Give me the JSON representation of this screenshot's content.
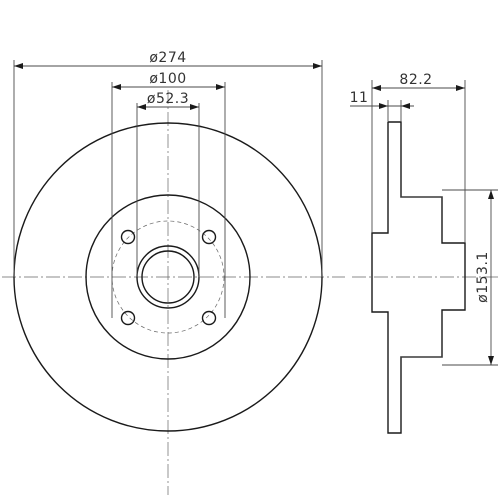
{
  "front_view": {
    "dim_outer_diameter": "ø274",
    "dim_bolt_circle": "ø100",
    "dim_center_bore": "ø52.3"
  },
  "side_view": {
    "dim_total_height": "82.2",
    "dim_thickness": "11",
    "dim_hat_diameter": "ø153.1"
  },
  "colors": {
    "line": "#1a1a1a",
    "thin_line": "#4a4a4a",
    "text": "#333333"
  }
}
